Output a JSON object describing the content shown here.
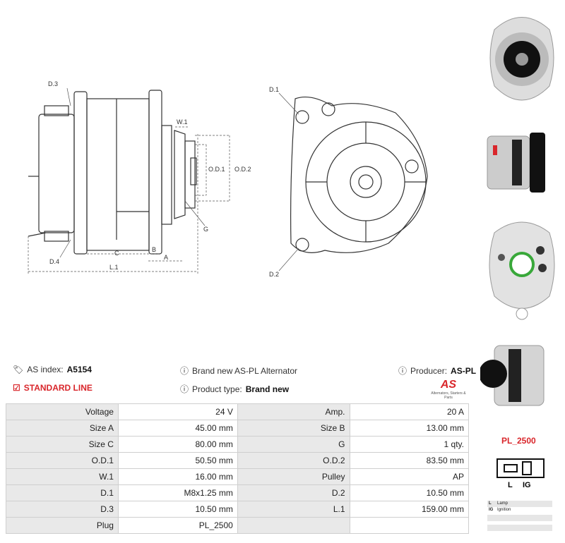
{
  "diagram": {
    "labels": {
      "d3": "D.3",
      "d4": "D.4",
      "d1": "D.1",
      "d2": "D.2",
      "w1": "W.1",
      "od1": "O.D.1",
      "od2": "O.D.2",
      "g": "G",
      "b": "B",
      "a": "A",
      "c": "C",
      "l1": "L.1"
    }
  },
  "info": {
    "as_index_label": "AS index:",
    "as_index": "A5154",
    "title": "Brand new AS-PL Alternator",
    "producer_label": "Producer:",
    "producer": "AS-PL",
    "standard_line": "STANDARD LINE",
    "product_type_label": "Product type:",
    "product_type": "Brand new",
    "logo_text": "AS",
    "logo_sub": "Alternators, Starters & Parts"
  },
  "specs": [
    [
      "Voltage",
      "24 V",
      "Amp.",
      "20 A"
    ],
    [
      "Size A",
      "45.00 mm",
      "Size B",
      "13.00 mm"
    ],
    [
      "Size C",
      "80.00 mm",
      "G",
      "1 qty."
    ],
    [
      "O.D.1",
      "50.50 mm",
      "O.D.2",
      "83.50 mm"
    ],
    [
      "W.1",
      "16.00 mm",
      "Pulley",
      "AP"
    ],
    [
      "D.1",
      "M8x1.25 mm",
      "D.2",
      "10.50 mm"
    ],
    [
      "D.3",
      "10.50 mm",
      "L.1",
      "159.00 mm"
    ],
    [
      "Plug",
      "PL_2500",
      "",
      ""
    ]
  ],
  "plug": {
    "title": "PL_2500",
    "pin_l": "L",
    "pin_ig": "IG",
    "legend": [
      {
        "code": "L",
        "text": "Lamp"
      },
      {
        "code": "IG",
        "text": "Ignition"
      }
    ]
  }
}
